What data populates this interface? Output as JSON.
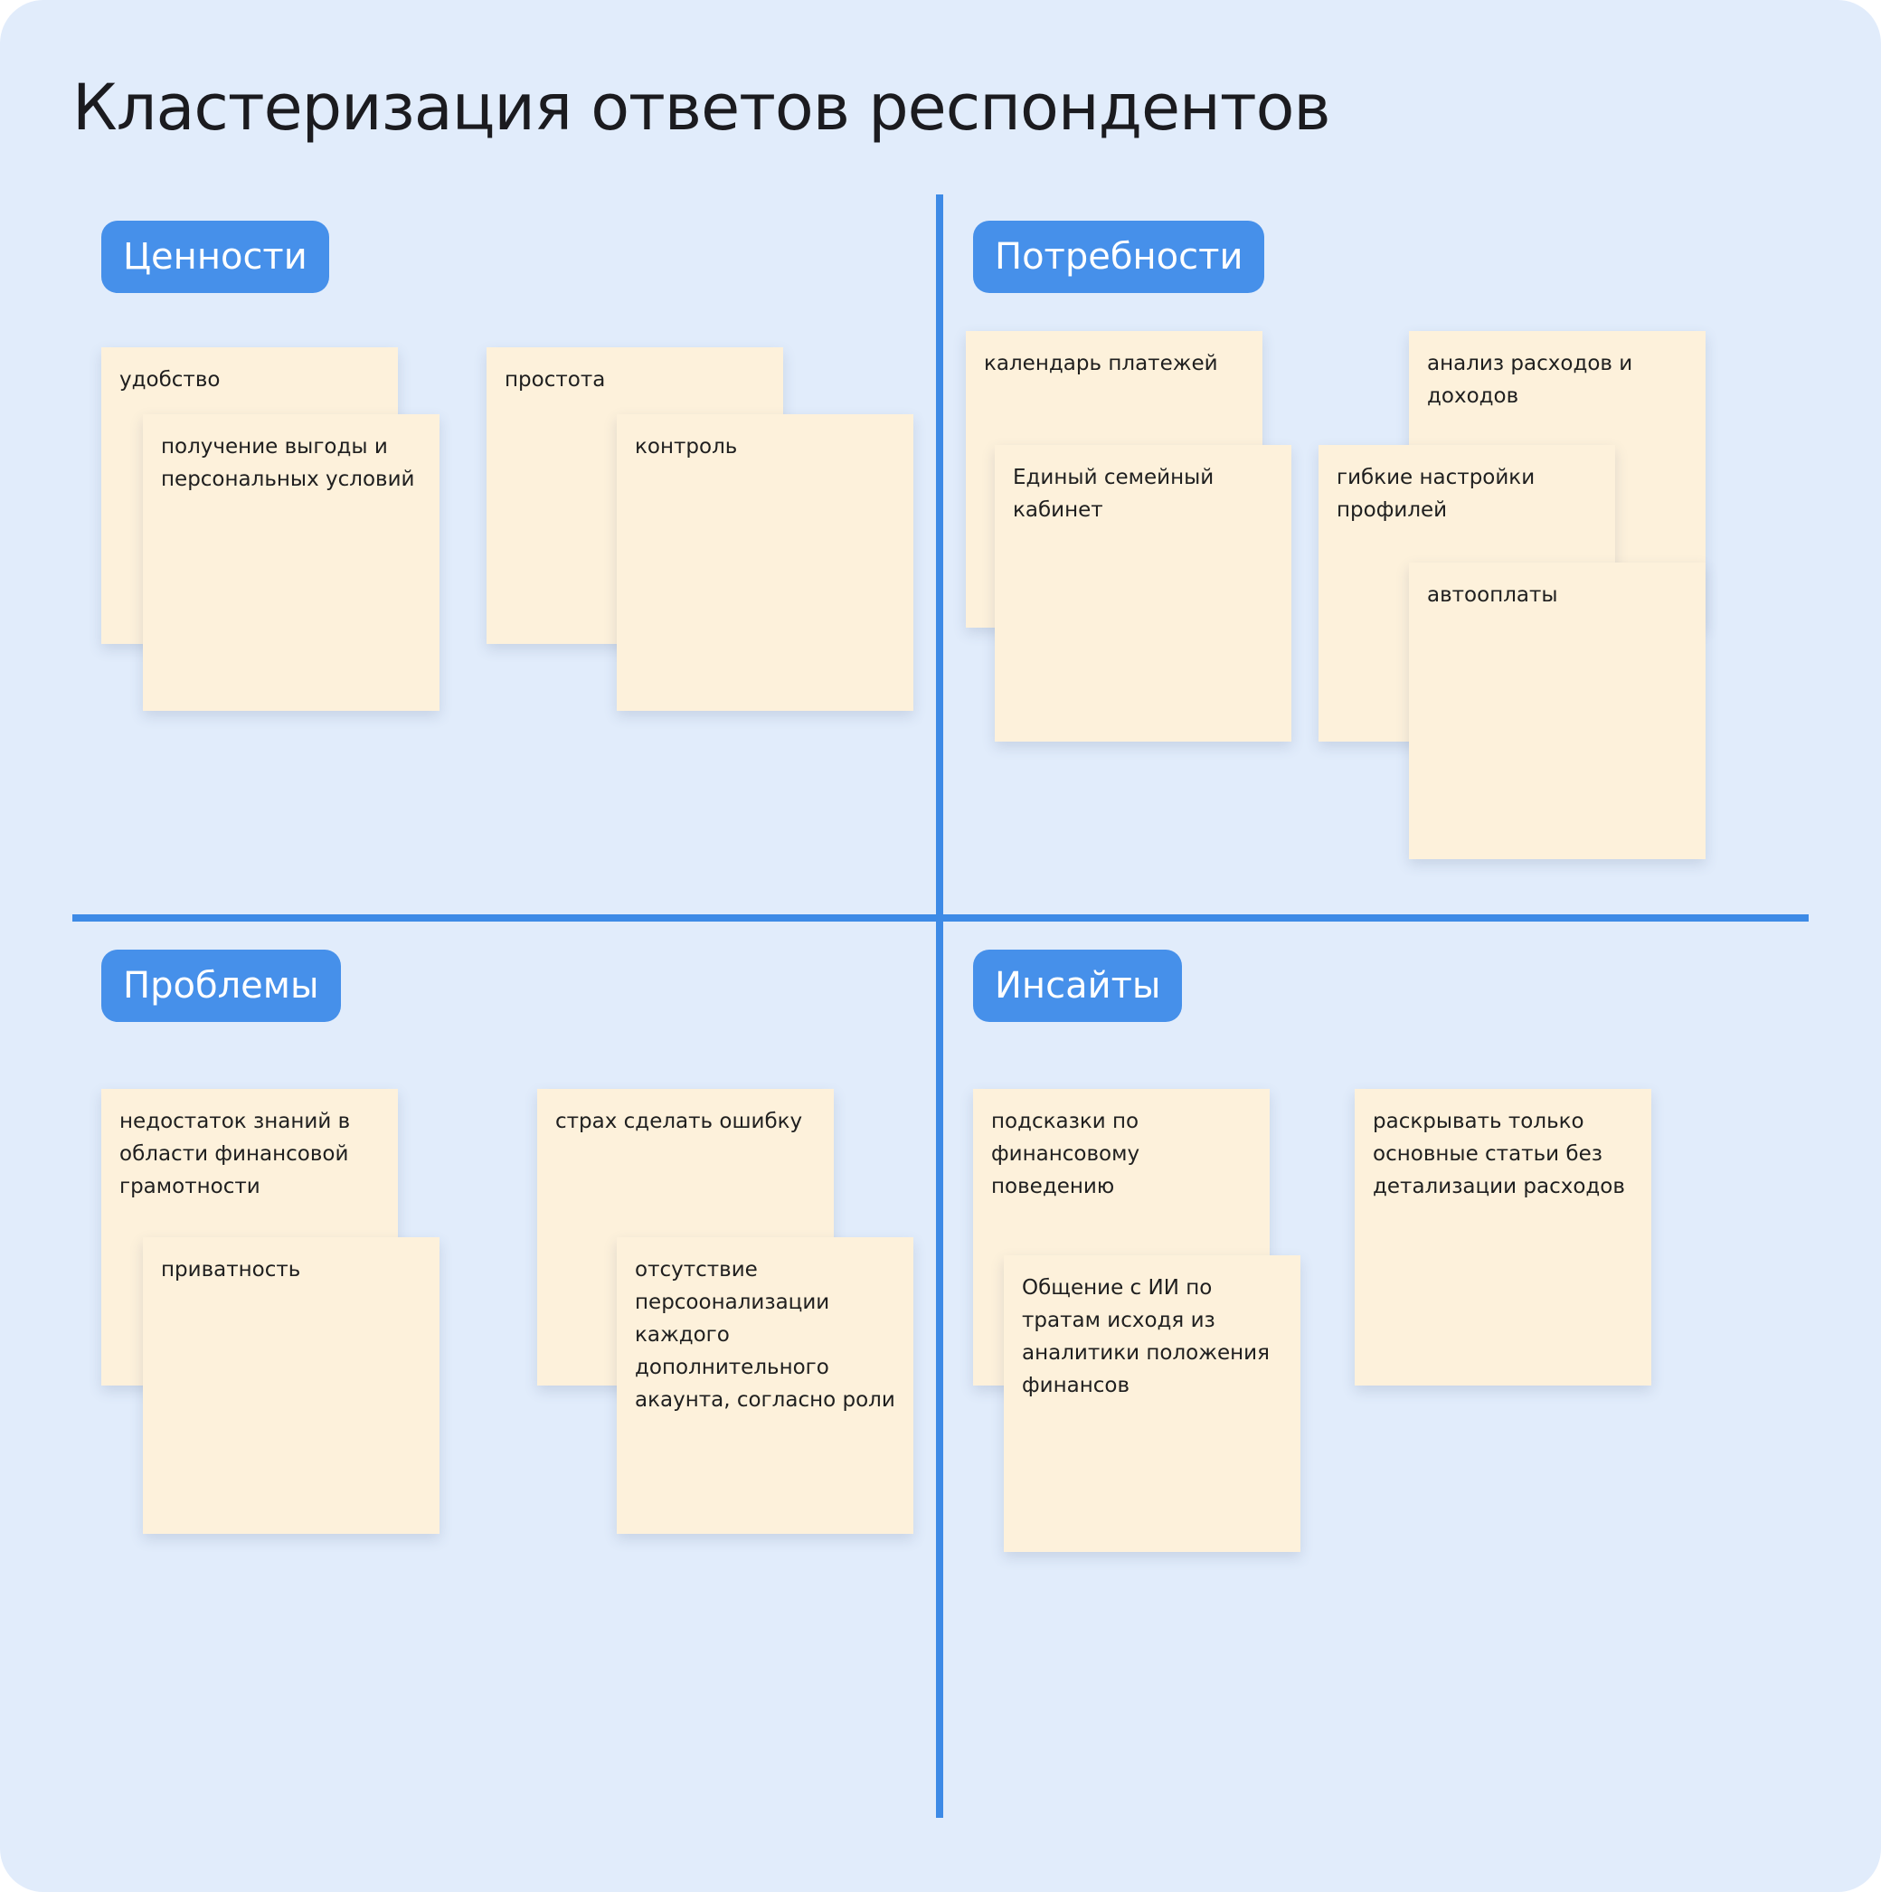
{
  "title": "Кластеризация ответов респондентов",
  "colors": {
    "background": "#e1ecfb",
    "divider": "#3d8ae6",
    "tag_background": "#4690ea",
    "tag_text": "#ffffff",
    "note_background": "#fdf1db",
    "text": "#1b1b1f"
  },
  "quadrants": {
    "values": {
      "label": "Ценности",
      "notes": [
        "удобство",
        "получение выгоды и персональных условий",
        "простота",
        "контроль"
      ]
    },
    "needs": {
      "label": "Потребности",
      "notes": [
        "календарь платежей",
        "анализ расходов и доходов",
        "Единый семейный кабинет",
        "гибкие настройки профилей",
        "автооплаты"
      ]
    },
    "problems": {
      "label": "Проблемы",
      "notes": [
        "недостаток знаний в области финансовой грамотности",
        "приватность",
        "страх сделать ошибку",
        "отсутствие персоонализации каждого дополнительного акаунта, согласно роли"
      ]
    },
    "insights": {
      "label": "Инсайты",
      "notes": [
        "подсказки по финансовому поведению",
        "Общение с ИИ по тратам исходя из аналитики положения финансов",
        "раскрывать только основные статьи без детализации расходов"
      ]
    }
  }
}
